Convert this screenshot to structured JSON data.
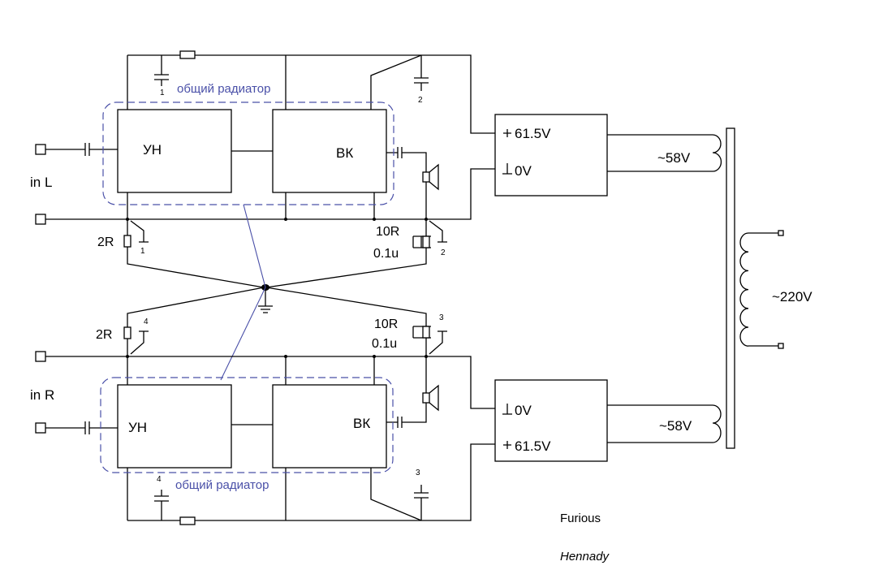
{
  "labels": {
    "in_left": "in L",
    "in_right": "in R",
    "preamp_top": "УН",
    "preamp_bottom": "УН",
    "output_top": "ВК",
    "output_bottom": "ВК",
    "heatsink_top": "общий радиатор",
    "heatsink_bottom": "общий радиатор",
    "psu_top_plus": "61.5V",
    "psu_top_zero": "0V",
    "psu_bottom_zero": "0V",
    "psu_bottom_plus": "61.5V",
    "ac_top": "~58V",
    "ac_bottom": "~58V",
    "mains": "~220V",
    "res_2r_top": "2R",
    "res_2r_bottom": "2R",
    "zobel_r_top": "10R",
    "zobel_c_top": "0.1u",
    "zobel_r_bottom": "10R",
    "zobel_c_bottom": "0.1u",
    "gnd_num_1a": "1",
    "gnd_num_1b": "1",
    "gnd_num_2a": "2",
    "gnd_num_2b": "2",
    "gnd_num_3a": "3",
    "gnd_num_3b": "3",
    "gnd_num_4a": "4",
    "gnd_num_4b": "4"
  },
  "signature": {
    "line1": "Furious",
    "line2": "Hennady"
  },
  "colors": {
    "wire": "#000000",
    "heatsink_outline": "#4a50a8"
  }
}
